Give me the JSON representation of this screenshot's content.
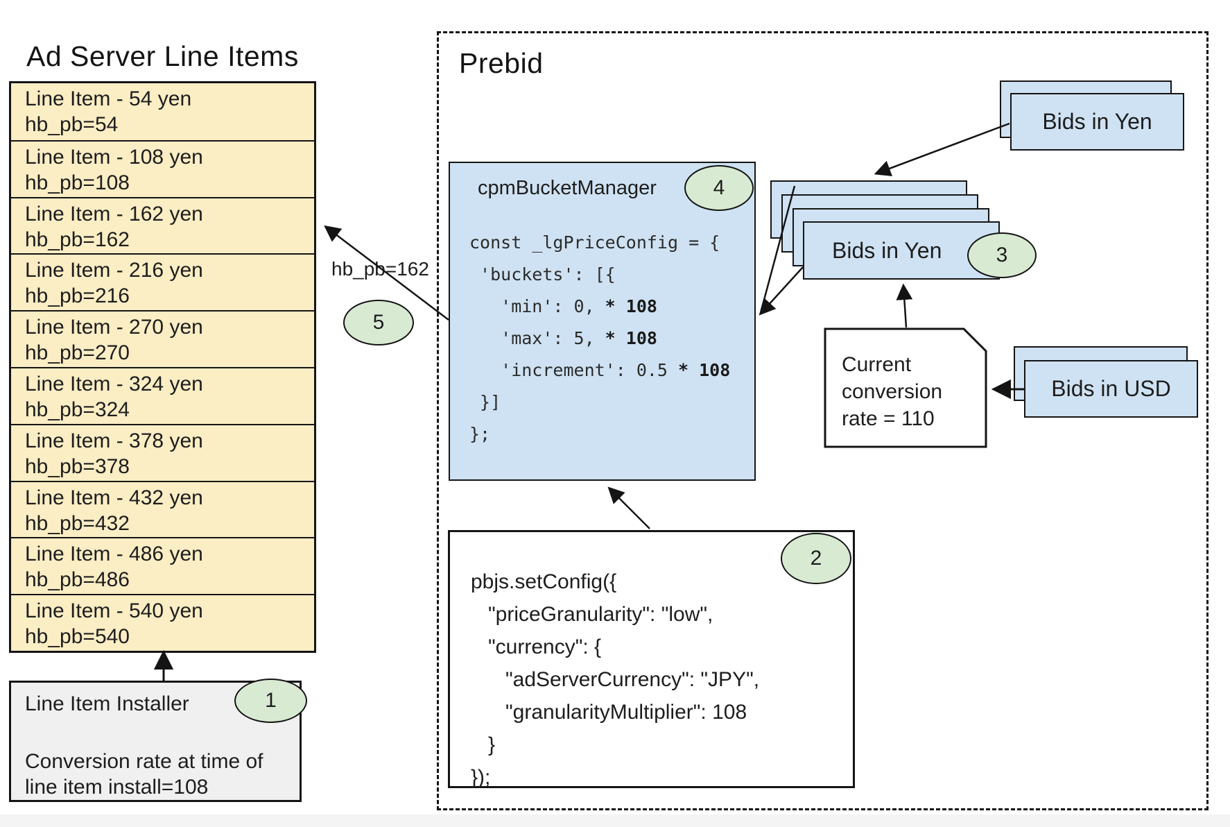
{
  "colors": {
    "card_blue": "#cfe2f3",
    "row_yellow": "#fbedc4",
    "badge_green": "#d9ead3",
    "installer_gray": "#f0f0f0",
    "border_black": "#141414"
  },
  "ad_server": {
    "title": "Ad Server Line Items",
    "line_items": [
      {
        "label": "Line Item - 54 yen",
        "key": "hb_pb=54"
      },
      {
        "label": "Line Item - 108 yen",
        "key": "hb_pb=108"
      },
      {
        "label": "Line Item - 162 yen",
        "key": "hb_pb=162"
      },
      {
        "label": "Line Item - 216 yen",
        "key": "hb_pb=216"
      },
      {
        "label": "Line Item - 270 yen",
        "key": "hb_pb=270"
      },
      {
        "label": "Line Item - 324 yen",
        "key": "hb_pb=324"
      },
      {
        "label": "Line Item - 378 yen",
        "key": "hb_pb=378"
      },
      {
        "label": "Line Item - 432 yen",
        "key": "hb_pb=432"
      },
      {
        "label": "Line Item - 486 yen",
        "key": "hb_pb=486"
      },
      {
        "label": "Line Item - 540 yen",
        "key": "hb_pb=540"
      }
    ],
    "installer": {
      "title": "Line Item Installer",
      "badge": "1",
      "note": "Conversion rate at time of line item install=108"
    }
  },
  "prebid": {
    "title": "Prebid",
    "cpm_bucket_manager": {
      "title": "cpmBucketManager",
      "badge": "4",
      "code": [
        {
          "t": "const _lgPriceConfig = {",
          "b": ""
        },
        {
          "t": " 'buckets': [{",
          "b": ""
        },
        {
          "t": "   'min': 0, ",
          "b": "* 108"
        },
        {
          "t": "   'max': 5, ",
          "b": "* 108"
        },
        {
          "t": "   'increment': 0.5 ",
          "b": "* 108"
        },
        {
          "t": " }]",
          "b": ""
        },
        {
          "t": "};",
          "b": ""
        }
      ]
    },
    "set_config": {
      "badge": "2",
      "code": [
        "pbjs.setConfig({",
        "   \"priceGranularity\": \"low\",",
        "   \"currency\": {",
        "      \"adServerCurrency\": \"JPY\",",
        "      \"granularityMultiplier\": 108",
        "   }",
        "});"
      ]
    },
    "bids_in_yen_top": "Bids in Yen",
    "bids_in_yen_stack": {
      "label": "Bids in Yen",
      "badge": "3"
    },
    "bids_in_usd": "Bids in USD",
    "conversion_note": "Current conversion rate = 110",
    "arrow_label": "hb_pb=162",
    "arrow_badge": "5"
  }
}
